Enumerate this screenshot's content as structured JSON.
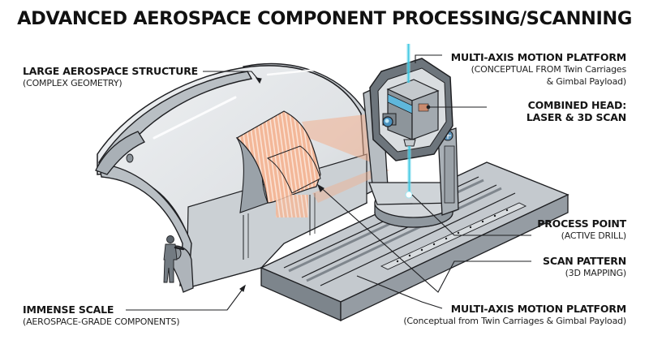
{
  "title": "ADVANCED AEROSPACE COMPONENT PROCESSING/SCANNING",
  "colors": {
    "line": "#1e1f22",
    "structure_light": "#e3e5e7",
    "structure_mid": "#c5c9cd",
    "structure_dark": "#8c9399",
    "scan_orange": "#f2b08f",
    "beam_cyan": "#38c6e0",
    "background": "#ffffff"
  },
  "labels": {
    "large_structure": {
      "main": "LARGE AEROSPACE STRUCTURE",
      "sub": "(COMPLEX GEOMETRY)"
    },
    "motion_platform_top": {
      "main": "MULTI-AXIS MOTION PLATFORM",
      "sub1": "(CONCEPTUAL FROM Twin Carriages",
      "sub2": "& Gimbal Payload)"
    },
    "combined_head": {
      "main1": "COMBINED HEAD:",
      "main2": "LASER & 3D SCAN"
    },
    "process_point": {
      "main": "PROCESS POINT",
      "sub": "(ACTIVE DRILL)"
    },
    "scan_pattern": {
      "main": "SCAN PATTERN",
      "sub": "(3D MAPPING)"
    },
    "immense_scale": {
      "main": "IMMENSE SCALE",
      "sub": "(AEROSPACE-GRADE COMPONENTS)"
    },
    "motion_platform_bottom": {
      "main": "MULTI-AXIS MOTION PLATFORM",
      "sub": "(Conceptual from Twin Carriages & Gimbal Payload)"
    }
  }
}
